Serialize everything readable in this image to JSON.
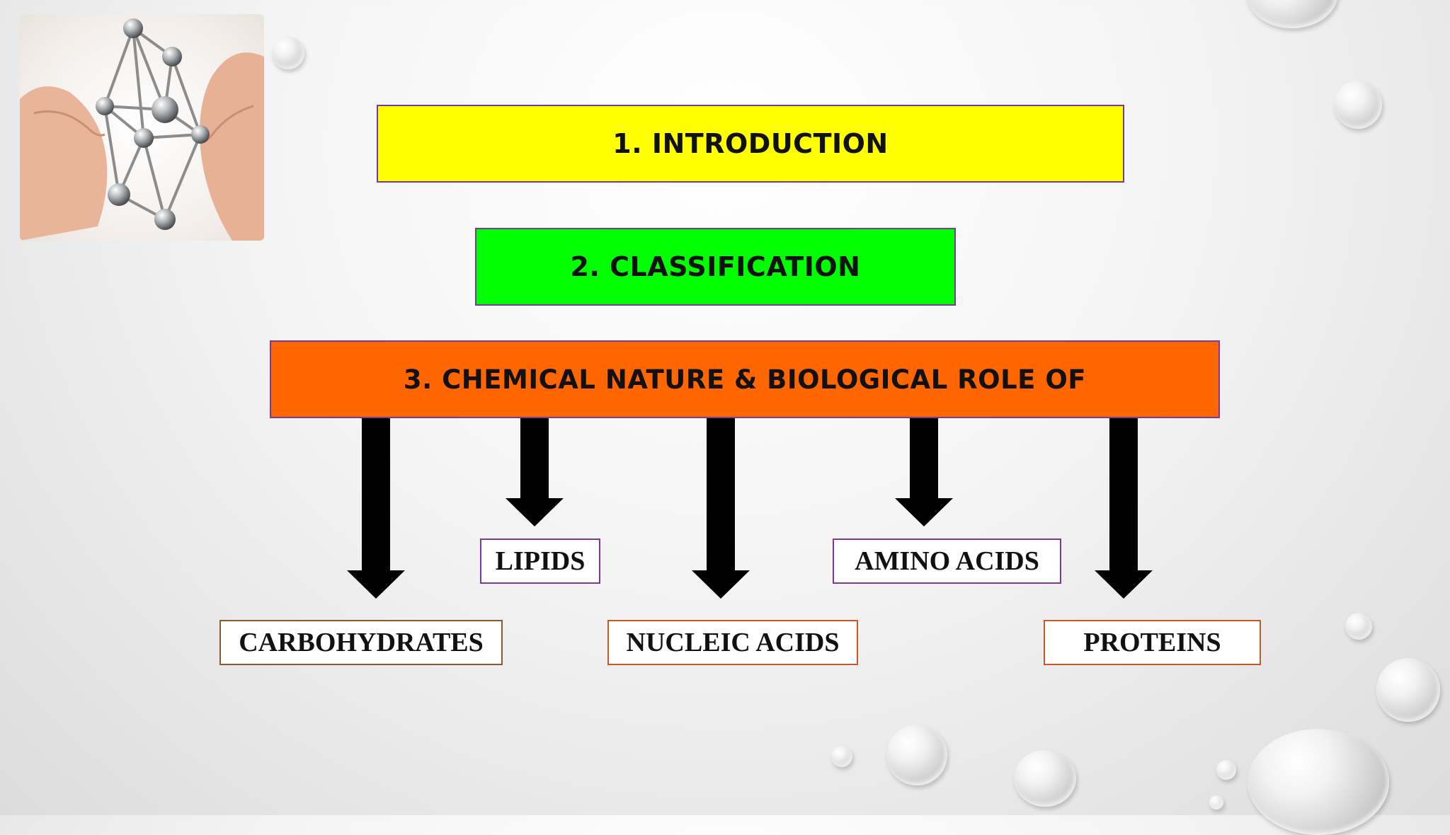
{
  "slide": {
    "items": {
      "introduction": "1. INTRODUCTION",
      "classification": "2. CLASSIFICATION",
      "chemical_nature": "3. CHEMICAL NATURE & BIOLOGICAL ROLE OF"
    },
    "biomolecules": {
      "carbohydrates": "CARBOHYDRATES",
      "lipids": "LIPIDS",
      "nucleic_acids": "NUCLEIC ACIDS",
      "amino_acids": "AMINO ACIDS",
      "proteins": "PROTEINS"
    }
  },
  "colors": {
    "introduction_box": "#ffff00",
    "classification_box": "#00ff00",
    "chemical_nature_box": "#ff6600",
    "arrow": "#000000",
    "box_border": "#7a3a9a"
  },
  "icons": {
    "photo": "molecule-model-in-hands-image",
    "decoration": "water-drop-icon"
  }
}
